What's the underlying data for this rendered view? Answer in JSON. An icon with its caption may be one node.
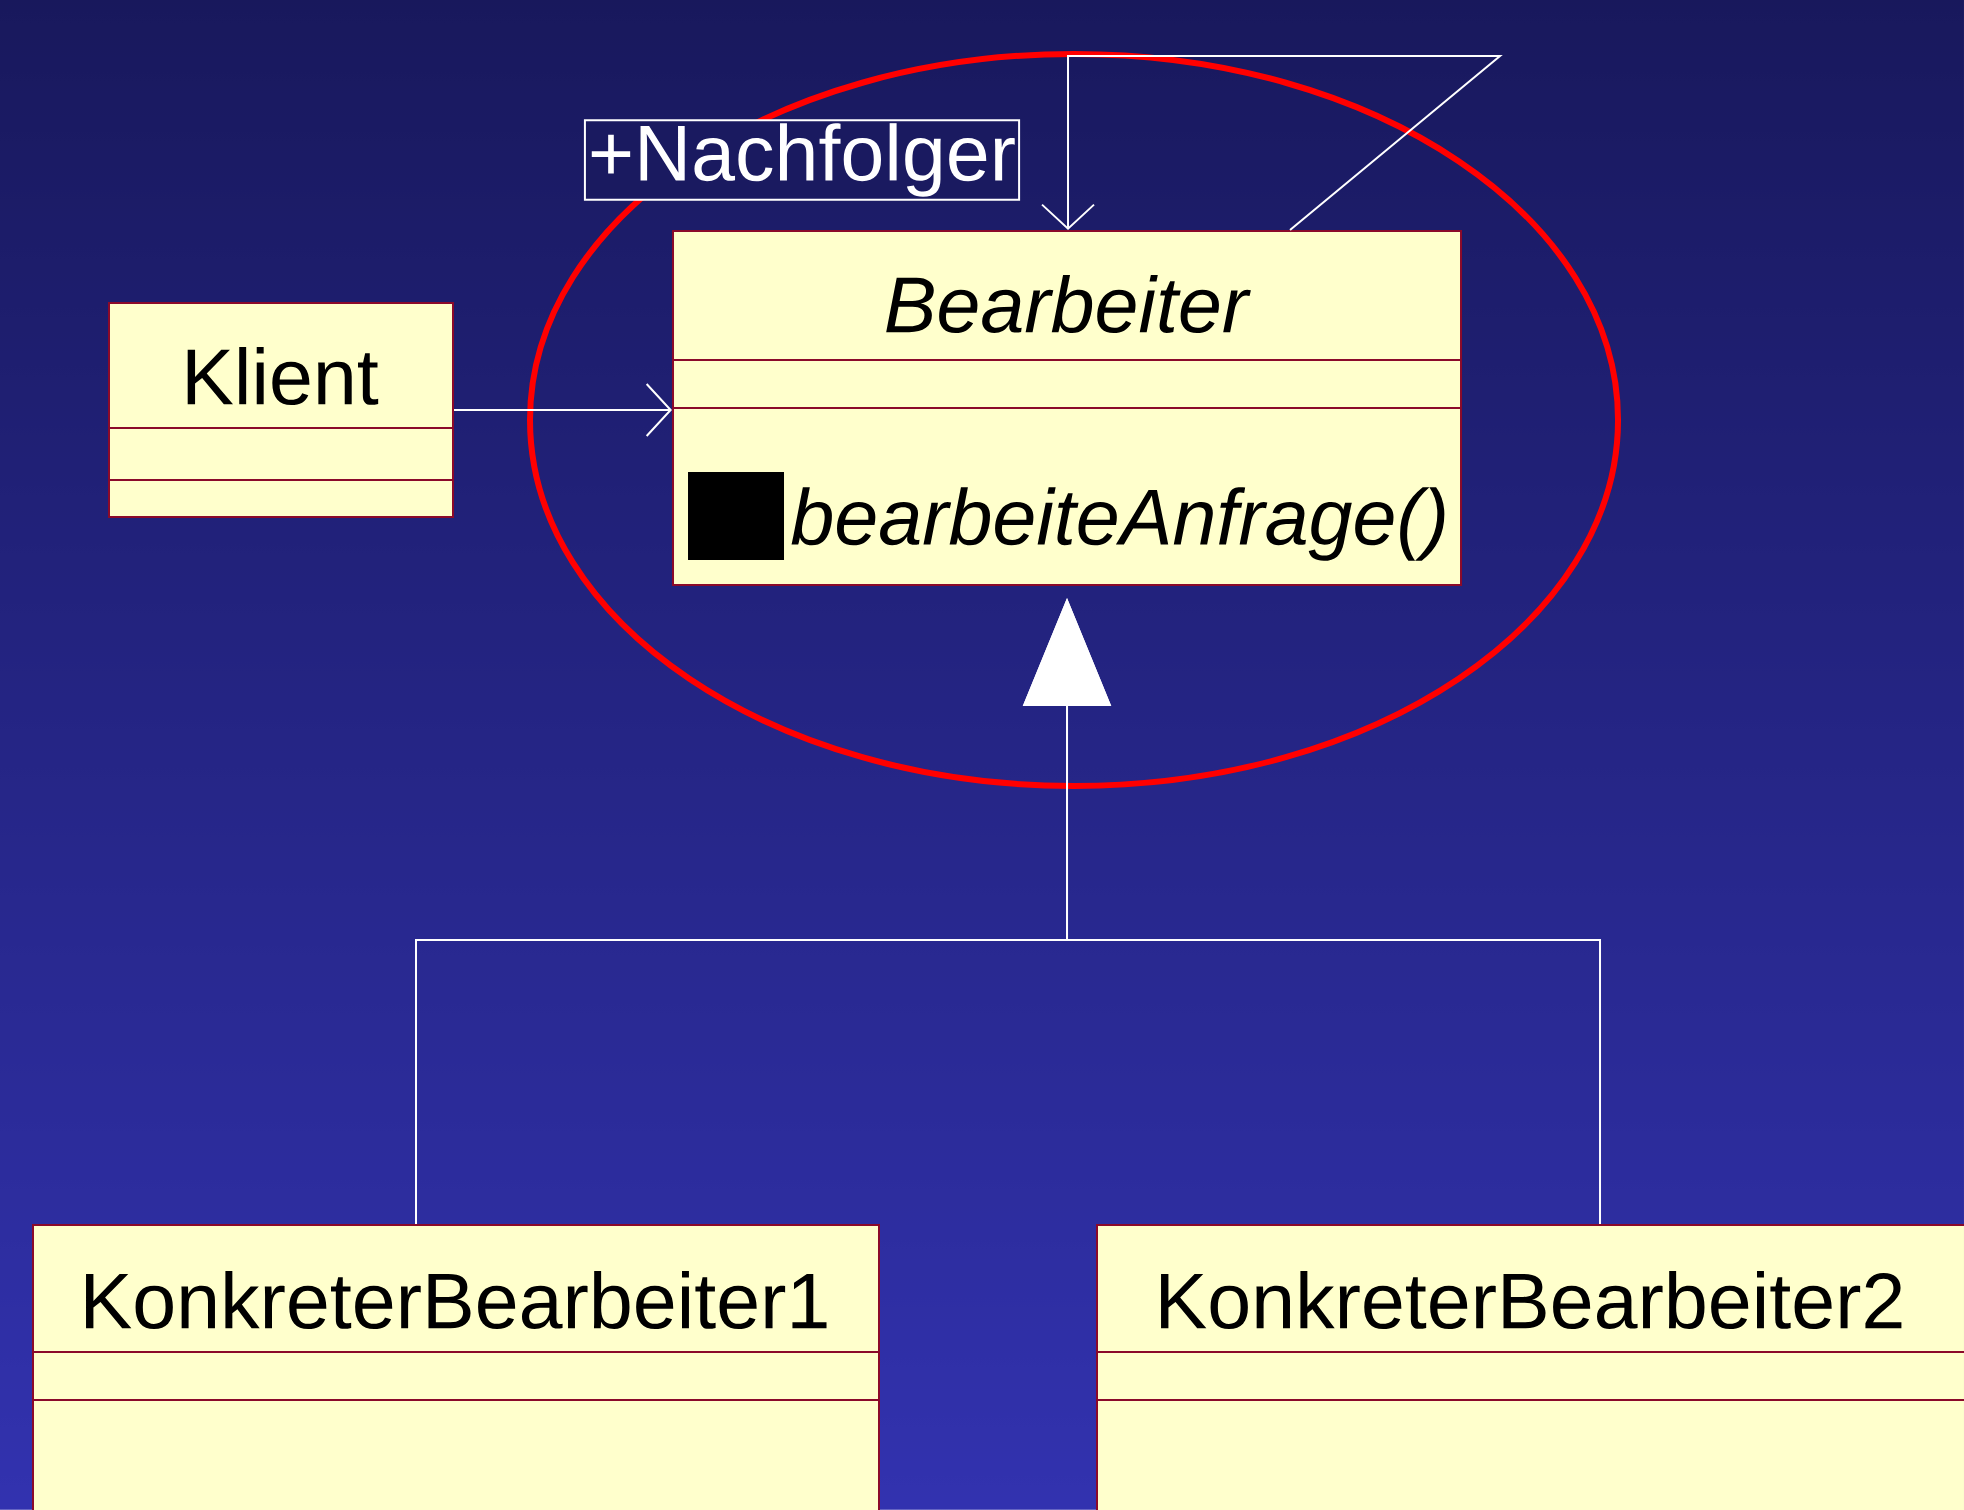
{
  "diagram": {
    "nodes": [
      {
        "text": [
          "Klient"
        ]
      },
      {
        "text": [
          "Bearbeiter",
          "bearbeiteAnfrage()"
        ]
      },
      {
        "text": [
          "KonkreterBearbeiter1"
        ]
      },
      {
        "text": [
          "KonkreterBearbeiter2"
        ]
      }
    ],
    "edges": [
      {
        "from": 0,
        "to": 1,
        "arrow": "to"
      },
      {
        "from": 1,
        "to": 1,
        "arrow": "to",
        "label": "+Nachfolger"
      },
      {
        "from": 2,
        "to": 1,
        "arrow": "to"
      },
      {
        "from": 3,
        "to": 1,
        "arrow": "to"
      }
    ]
  }
}
